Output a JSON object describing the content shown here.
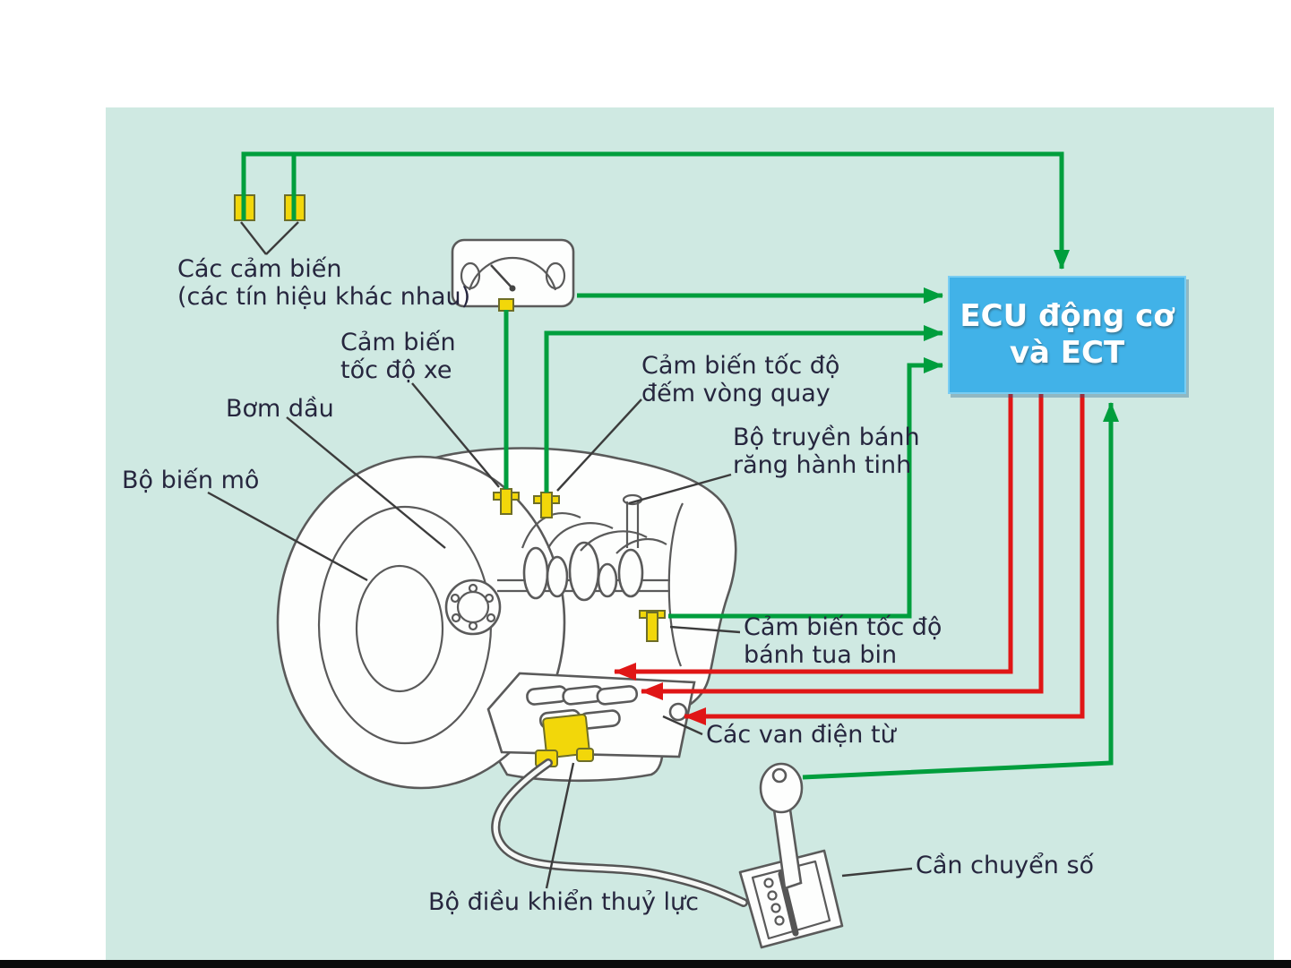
{
  "colors": {
    "panel-bg": "#cfe9e2",
    "signal-green": "#009e3d",
    "command-red": "#e01616",
    "ecu-blue": "#41b2e8",
    "sensor-yellow": "#f2d70a",
    "label-ink": "#26263e"
  },
  "ecu_box": {
    "line1": "ECU động cơ",
    "line2": "và ECT"
  },
  "labels": {
    "sensors_various": {
      "line1": "Các cảm biến",
      "line2": "(các tín hiệu khác nhau)"
    },
    "vehicle_speed_sensor": {
      "line1": "Cảm biến",
      "line2": "tốc độ xe"
    },
    "rev_counter_sensor": {
      "line1": "Cảm biến tốc độ",
      "line2": "đếm vòng quay"
    },
    "planetary_gear_unit": {
      "line1": "Bộ truyền bánh",
      "line2": "răng hành tinh"
    },
    "oil_pump": {
      "text": "Bơm dầu"
    },
    "torque_converter": {
      "text": "Bộ biến mô"
    },
    "turbine_speed_sensor": {
      "line1": "Cảm biến tốc độ",
      "line2": "bánh tua bin"
    },
    "solenoid_valves": {
      "text": "Các van điện từ"
    },
    "hydraulic_control_unit": {
      "text": "Bộ điều khiển thuỷ lực"
    },
    "shift_lever": {
      "text": "Cần chuyển số"
    }
  }
}
